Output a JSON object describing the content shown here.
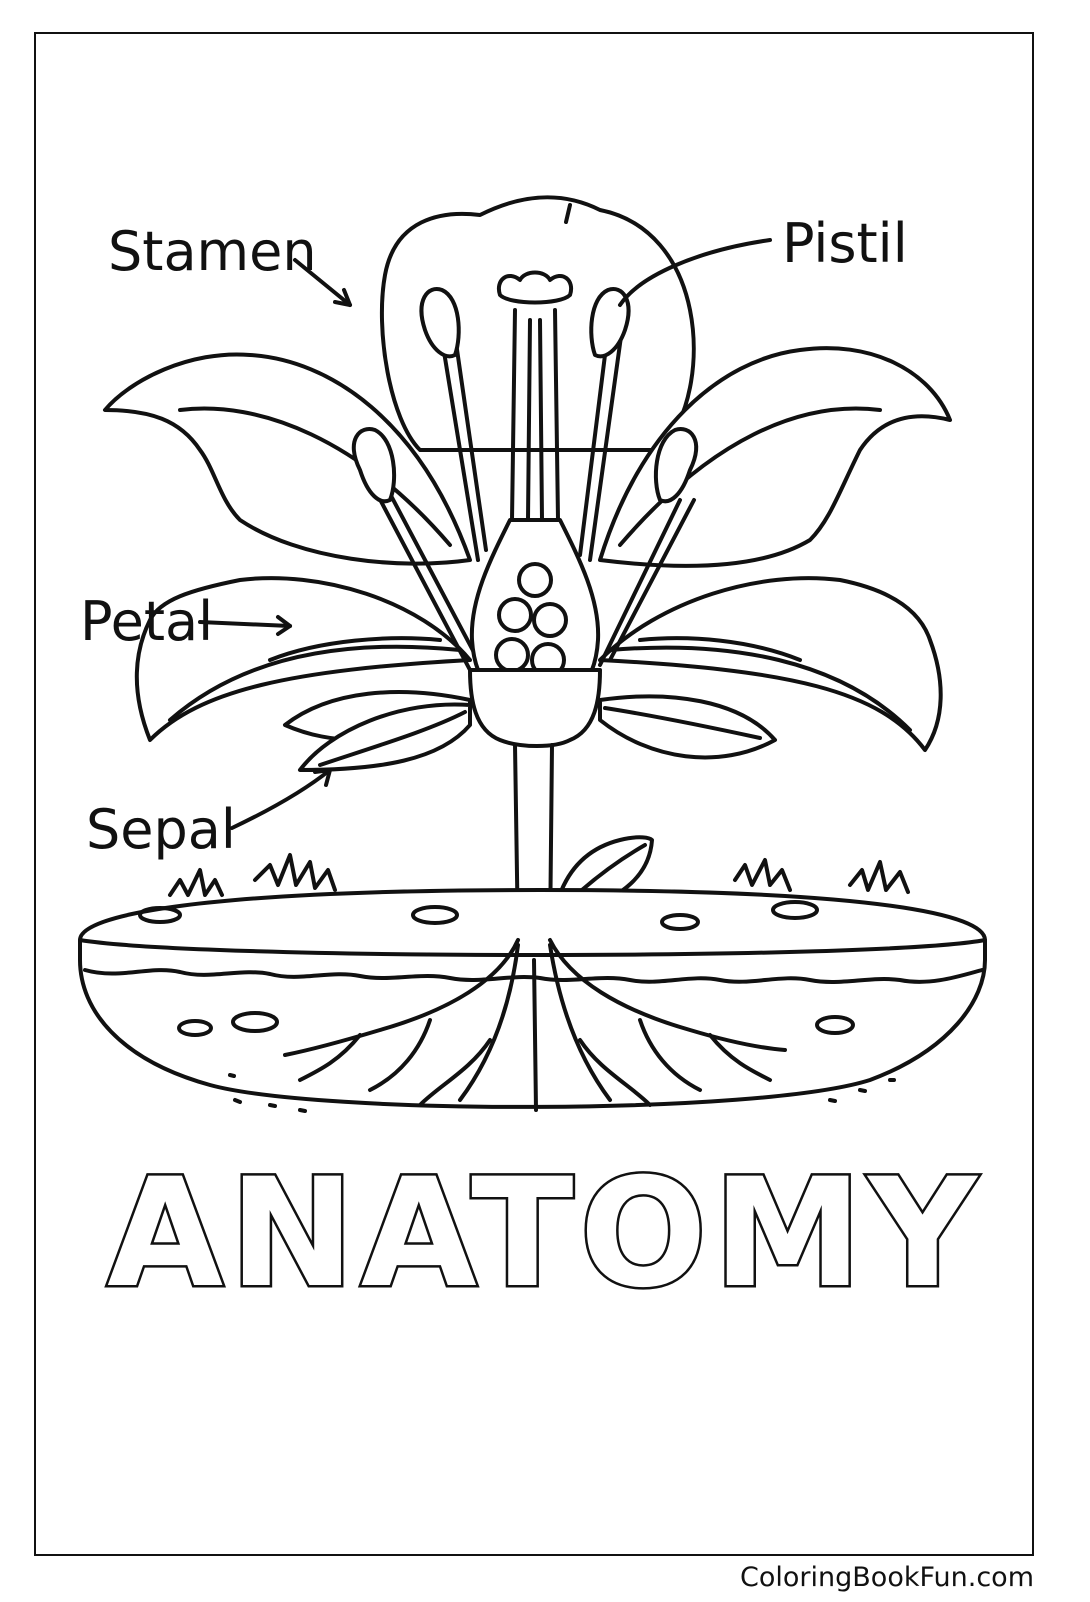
{
  "labels": {
    "stamen": "Stamen",
    "pistil": "Pistil",
    "petal": "Petal",
    "sepal": "Sepal"
  },
  "title": "ANATOMY",
  "footer": "ColoringBookFun.com",
  "colors": {
    "line": "#111111",
    "background": "#ffffff"
  }
}
